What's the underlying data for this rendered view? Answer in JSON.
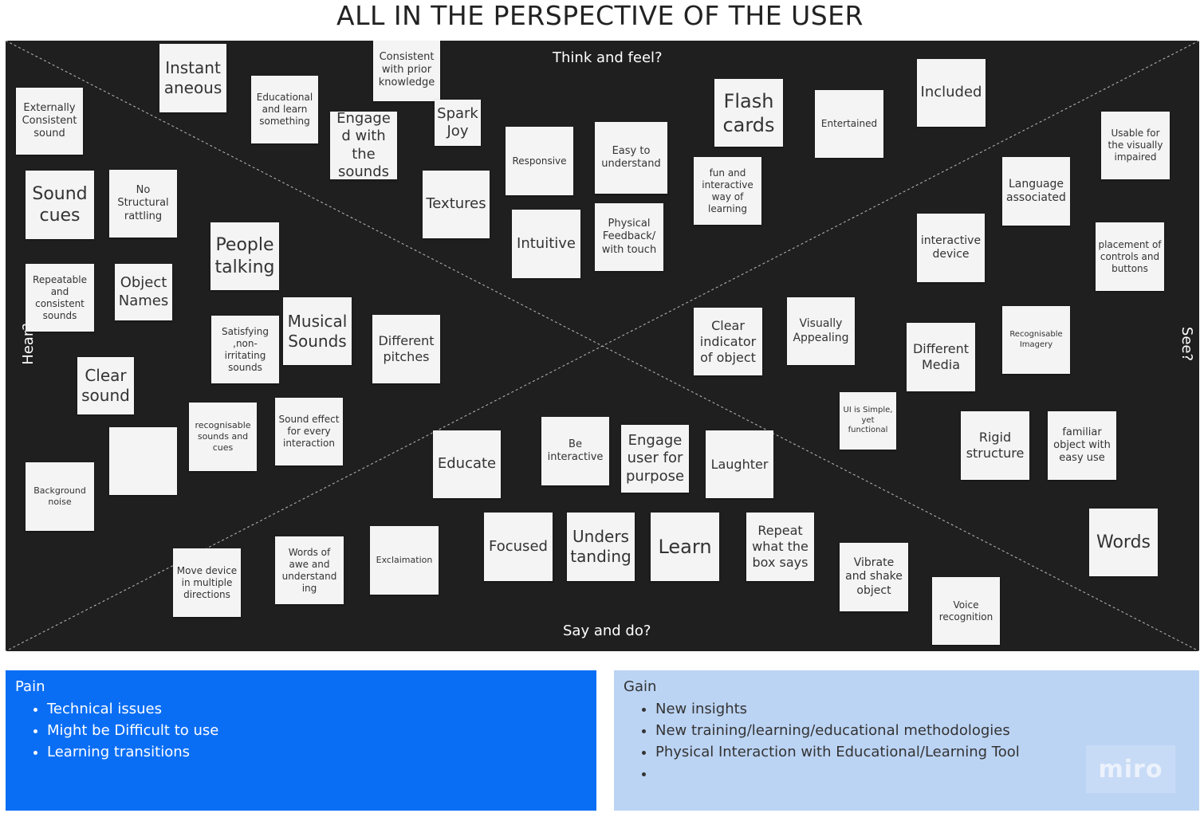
{
  "title": "ALL IN THE PERSPECTIVE OF THE USER",
  "quadrants": {
    "think": "Think and feel?",
    "say": "Say and do?",
    "hear": "Hear?",
    "see": "See?"
  },
  "notes": [
    "Instant aneous",
    "Consistent with prior knowledge",
    "Externally Consistent sound",
    "Educational and learn something",
    "Engaged with the sounds",
    "Spark Joy",
    "Sound cues",
    "No Structural rattling",
    "Textures",
    "Responsive",
    "Easy to understand",
    "Flash cards",
    "Entertained",
    "Included",
    "Usable for the visually impaired",
    "fun and interactive way of learning",
    "People talking",
    "Intuitive",
    "Physical Feedback/ with touch",
    "Language associated",
    "interactive device",
    "placement of controls and buttons",
    "Repeatable and consistent sounds",
    "Object Names",
    "Satisfying ,non-irritating sounds",
    "Musical Sounds",
    "Different pitches",
    "Clear indicator of object",
    "Visually Appealing",
    "Different Media",
    "Recognisable Imagery",
    "Clear sound",
    "UI is Simple, yet functional",
    "recognisable sounds and cues",
    "Sound effect for every interaction",
    "",
    "Educate",
    "Be interactive",
    "Engage user for purpose",
    "Laughter",
    "Rigid structure",
    "familiar object with easy use",
    "Background noise",
    "Focused",
    "Unders tanding",
    "Learn",
    "Repeat what the box says",
    "Words",
    "Move device in multiple directions",
    "Words of awe and understand ing",
    "Exclaimation",
    "Vibrate and shake object",
    "Voice recognition"
  ],
  "pain": {
    "title": "Pain",
    "items": [
      "Technical issues",
      "Might be Difficult to use",
      "Learning transitions"
    ]
  },
  "gain": {
    "title": "Gain",
    "items": [
      "New insights",
      "New training/learning/educational methodologies",
      "Physical Interaction with Educational/Learning Tool",
      ""
    ]
  },
  "brand": "miro",
  "colors": {
    "board": "#1f1f1f",
    "note": "#f4f4f4",
    "pain": "#0a6ef5",
    "gain": "#bcd4f4"
  }
}
